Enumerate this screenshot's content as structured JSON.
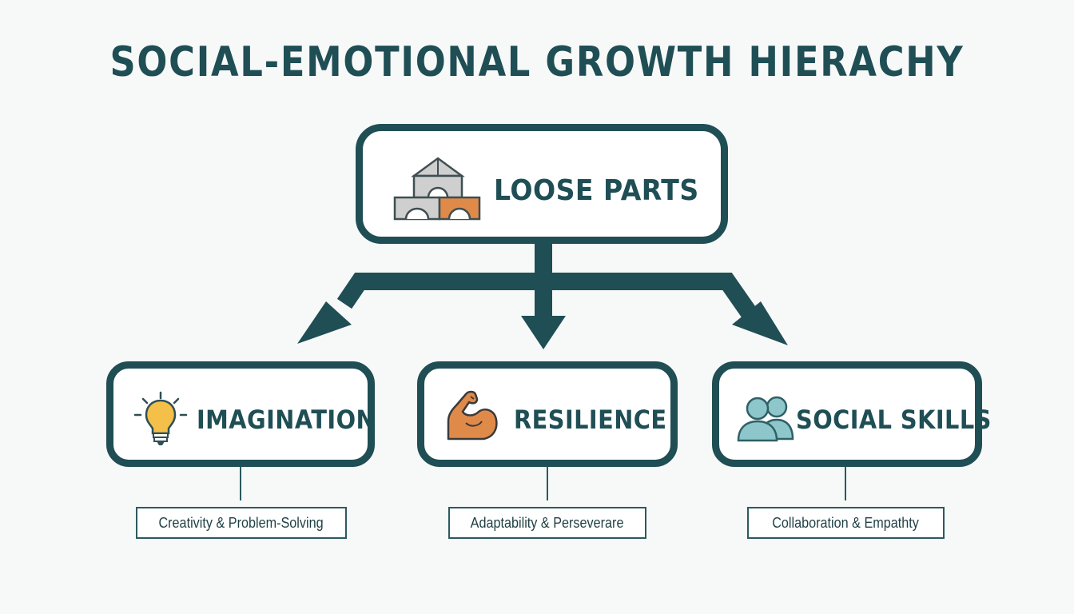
{
  "title": "SOCIAL-EMOTIONAL GROWTH HIERACHY",
  "colors": {
    "primary": "#1f4e55",
    "box_fill": "#ffffff",
    "background": "#f7f9f8",
    "accent_orange": "#e08a4a",
    "accent_gray": "#c9c9c9",
    "accent_yellow": "#f5c04a",
    "accent_teal": "#8ec7cb"
  },
  "root": {
    "label": "LOOSE PARTS",
    "icon": "building-blocks-icon"
  },
  "children": [
    {
      "label": "IMAGINATION",
      "icon": "lightbulb-icon",
      "detail": "Creativity & Problem-Solving"
    },
    {
      "label": "RESILIENCE",
      "icon": "flexed-arm-icon",
      "detail": "Adaptability & Perseverare"
    },
    {
      "label": "SOCIAL SKILLS",
      "icon": "two-people-icon",
      "detail": "Collaboration & Empathty"
    }
  ]
}
